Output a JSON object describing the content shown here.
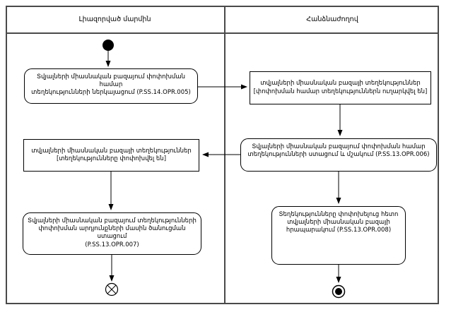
{
  "colors": {
    "background": "#ffffff",
    "frame_line": "#4a4a4a",
    "shape_border": "#000000",
    "text": "#000000"
  },
  "diagram": {
    "lanes": [
      {
        "title": "Լիազորված մարմին"
      },
      {
        "title": "Հանձնաժողով"
      }
    ],
    "boxes": {
      "submit": {
        "type": "action",
        "lines": [
          "Տվյալների միասնական բազայում փոփոխման համար",
          "տեղեկությունների ներկայացում (P.SS.14.OPR.005)"
        ]
      },
      "sent": {
        "type": "object",
        "lines": [
          "տվյալների միասնական բազայի տեղեկություններ",
          "[փոփոխման համար տեղեկություններն ուղարկվել են]"
        ]
      },
      "process": {
        "type": "action",
        "lines": [
          "Տվյալների միասնական բազայում փոփոխման համար",
          "տեղեկությունների ստացում և մշակում (P.SS.13.OPR.006)"
        ]
      },
      "changed": {
        "type": "object",
        "lines": [
          "տվյալների միասնական բազայի տեղեկություններ",
          "[տեղեկությունները փոփոխվել են]"
        ]
      },
      "notification": {
        "type": "action",
        "lines": [
          "Տվյալների միասնական բազայում տեղեկությունների",
          "փոփոխման արդյունքների մասին ծանուցման ստացում",
          "(P.SS.13.OPR.007)"
        ]
      },
      "publish": {
        "type": "action",
        "lines": [
          "Տեղեկությունները փոփոխելուց հետո",
          "տվյալների միասնական բազայի",
          "հրապարակում (P.SS.13.OPR.008)"
        ]
      }
    },
    "nodes": {
      "initial": "initial-node",
      "flow_final": "flow-final-node",
      "activity_final": "activity-final-node"
    }
  }
}
